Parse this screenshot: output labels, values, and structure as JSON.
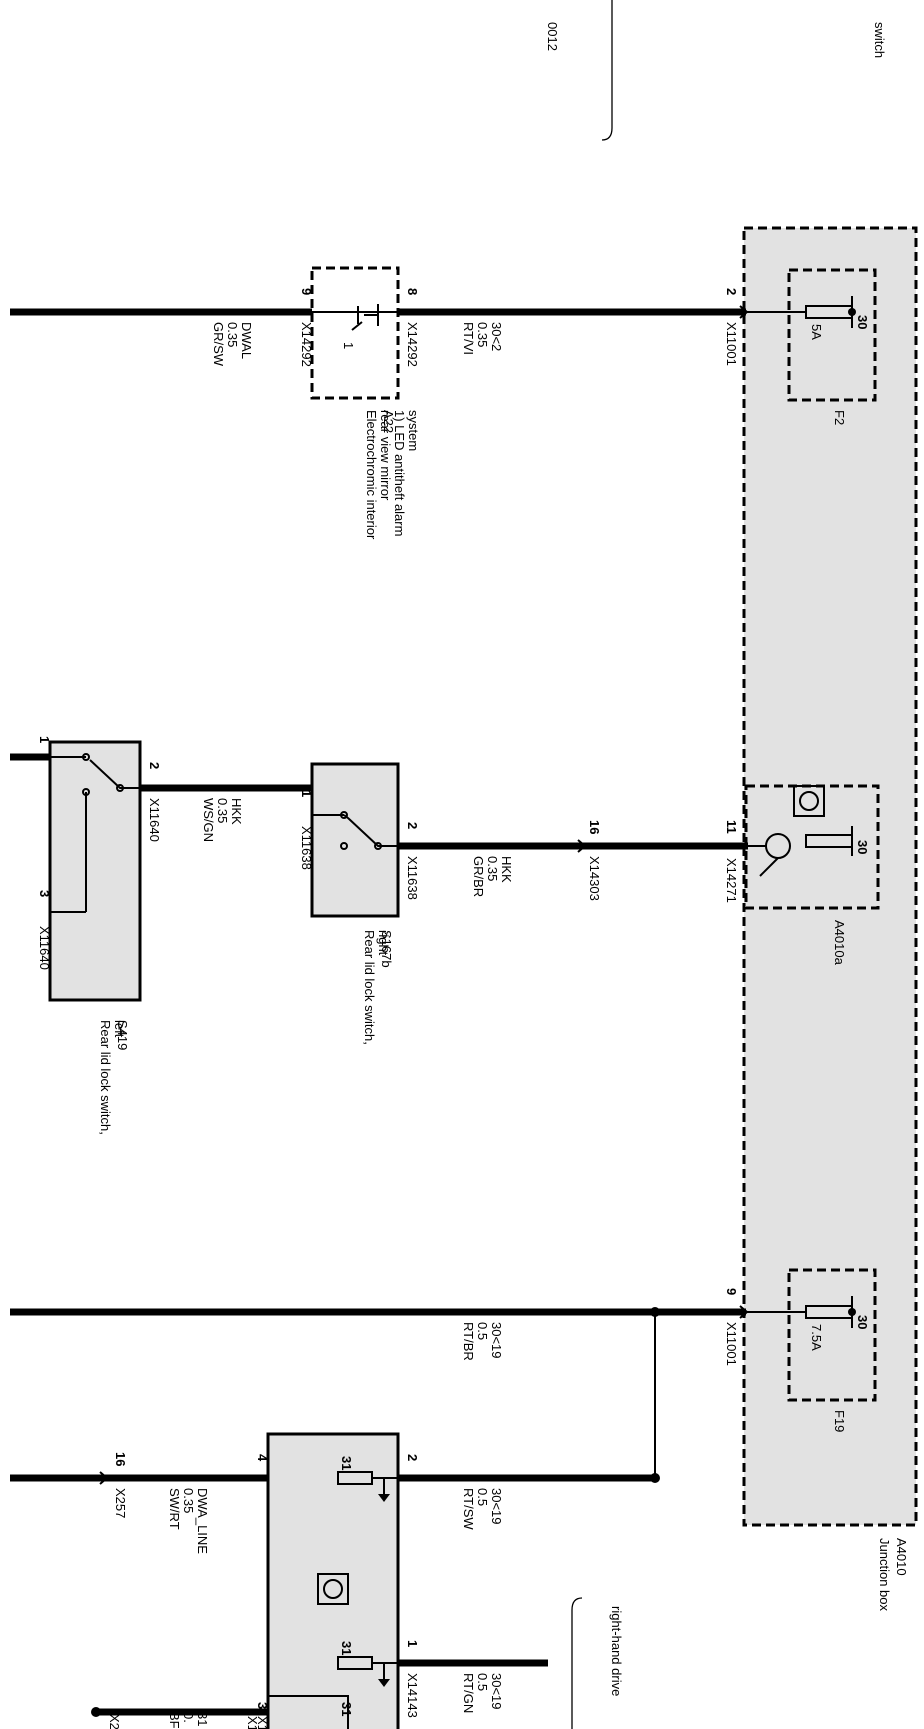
{
  "top_fragments": {
    "switch_tail": "switch",
    "part_tail": "0012",
    "right_hand_drive": "right-hand drive"
  },
  "junction_box": {
    "id": "A4010",
    "name": "Junction box"
  },
  "fuse_f2": {
    "id": "F2",
    "rating": "5A",
    "terminal": "30",
    "pin": "2",
    "connector": "X11001"
  },
  "fuse_f19": {
    "id": "F19",
    "rating": "7.5A",
    "terminal": "30",
    "pin": "9",
    "connector": "X11001"
  },
  "module_a4010a": {
    "id": "A4010a",
    "terminal": "30",
    "pin": "11",
    "connector": "X14271"
  },
  "mirror_a22": {
    "id": "A22",
    "desc": [
      "Electrochromic interior",
      "rear view mirror",
      "1) LED antitheft alarm",
      "system"
    ],
    "footnote": "1",
    "pin_in": "8",
    "pin_out": "9",
    "connector_in": "X14292",
    "connector_out": "X14292"
  },
  "wire_f2": [
    "30<2",
    "0.35",
    "RT/VI"
  ],
  "wire_dwal": [
    "DWAL",
    "0.35",
    "GR/SW"
  ],
  "connector_x14303": {
    "pin": "16",
    "name": "X14303"
  },
  "wire_hkk_right": [
    "HKK",
    "0.35",
    "GR/BR"
  ],
  "switch_s167b": {
    "id": "S167b",
    "desc": [
      "Rear lid lock switch,",
      "right"
    ],
    "pin_in": "2",
    "pin_out": "1",
    "connector_in": "X11638",
    "connector_out": "X11638"
  },
  "wire_hkk_left": [
    "HKK",
    "0.35",
    "WS/GN"
  ],
  "switch_s419": {
    "id": "S419",
    "desc": [
      "Rear lid lock switch,",
      "left"
    ],
    "pin_2": "2",
    "pin_1": "1",
    "pin_3": "3",
    "connector_2": "X11640",
    "connector_3": "X11640"
  },
  "wire_f19": [
    "30<19",
    "0.5",
    "RT/BR"
  ],
  "wire_rtsw": [
    "30<19",
    "0.5",
    "RT/SW"
  ],
  "wire_rtgn": [
    "30<19",
    "0.5",
    "RT/GN"
  ],
  "wire_dwa_line": [
    "DWA_LINE",
    "0.35",
    "SW/RT"
  ],
  "bottom_module": {
    "pin_2": "2",
    "pin_1": "1",
    "pin_4": "4",
    "pin_3": "3",
    "ground_a": "31",
    "ground_b": "31",
    "ground_c": "31",
    "connector_1": "X14143",
    "connector_3_fragment": "X1"
  },
  "connector_x257": {
    "pin": "16",
    "name": "X257"
  },
  "bottom_partial_wire": [
    "31",
    "0.",
    "BF"
  ],
  "bottom_partial_connector": "X2",
  "bottom_partial_conn2": "X1"
}
